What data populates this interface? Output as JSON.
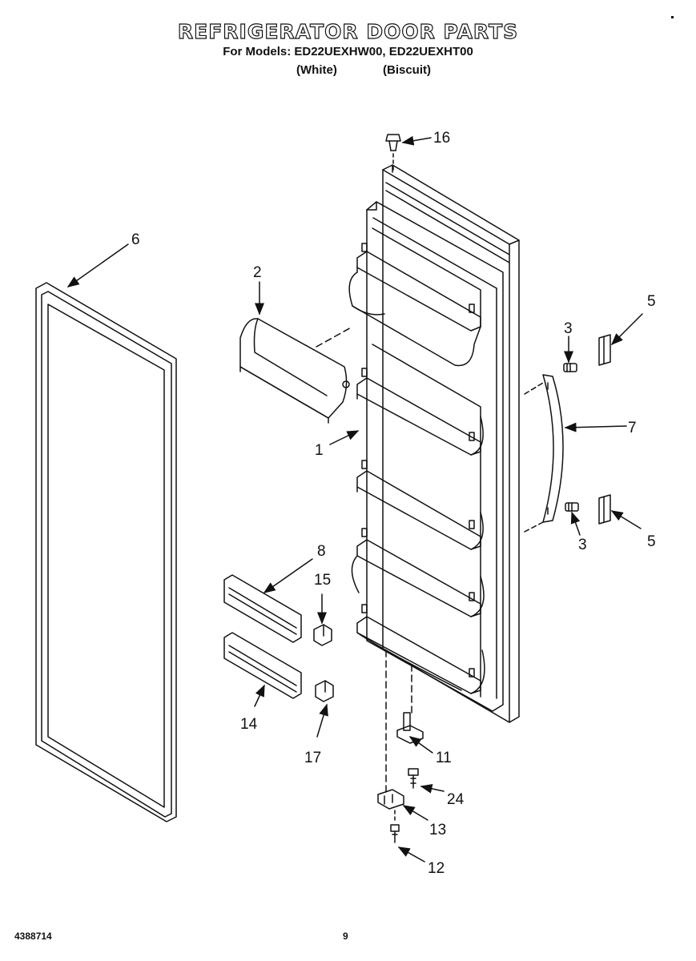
{
  "header": {
    "title": "REFRIGERATOR DOOR PARTS",
    "models_line": "For Models: ED22UEXHW00, ED22UEXHT00",
    "variant_white": "(White)",
    "variant_biscuit": "(Biscuit)"
  },
  "callouts": {
    "c1": "1",
    "c2": "2",
    "c3a": "3",
    "c3b": "3",
    "c5a": "5",
    "c5b": "5",
    "c6": "6",
    "c7": "7",
    "c8": "8",
    "c11": "11",
    "c12": "12",
    "c13": "13",
    "c14": "14",
    "c15": "15",
    "c16": "16",
    "c17": "17",
    "c24": "24"
  },
  "footer": {
    "doc_number": "4388714",
    "page_number": "9"
  },
  "colors": {
    "line": "#111111",
    "background": "#ffffff"
  }
}
